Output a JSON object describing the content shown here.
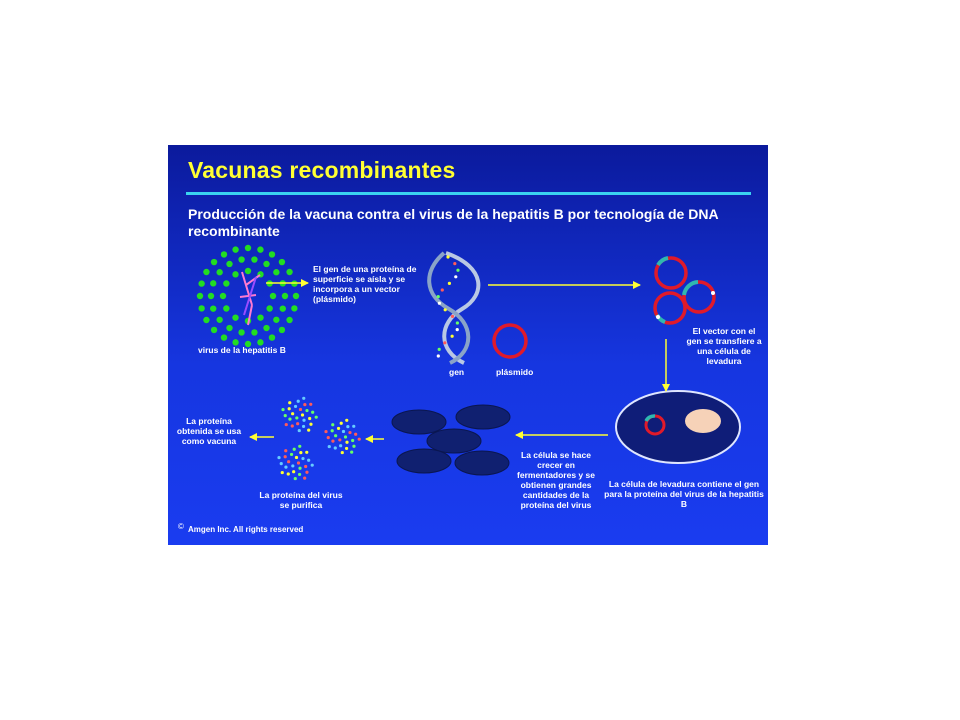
{
  "title": "Vacunas recombinantes",
  "subtitle": "Producción de la vacuna contra el virus de la hepatitis B por tecnología de DNA recombinante",
  "labels": {
    "virus": "virus de la hepatitis B",
    "step1": "El gen de una proteína de superficie se aísla y se incorpora a un vector (plásmido)",
    "gen": "gen",
    "plasmido": "plásmido",
    "step2": "El vector con el gen se transfiere a una célula de levadura",
    "yeast": "La célula de levadura contiene el gen para la proteína del virus de la hepatitis B",
    "ferment": "La célula se hace crecer en fermentadores y se obtienen grandes cantidades de la proteína del virus",
    "purify": "La proteína del virus se purifica",
    "vaccine": "La proteína obtenida se usa como vacuna"
  },
  "copyright": "Amgen Inc. All rights reserved",
  "copyright_symbol": "©",
  "colors": {
    "background": "#1636e0",
    "title": "#ffff33",
    "rule": "#3ad3f0",
    "arrow": "#ffff33",
    "virus_dots": "#22dd22",
    "plasmid": "#e01a2a",
    "vector_insert": "#2fb8b0",
    "yeast_nucleus": "#f6d2b8",
    "fermenter_cells": "#102070"
  }
}
